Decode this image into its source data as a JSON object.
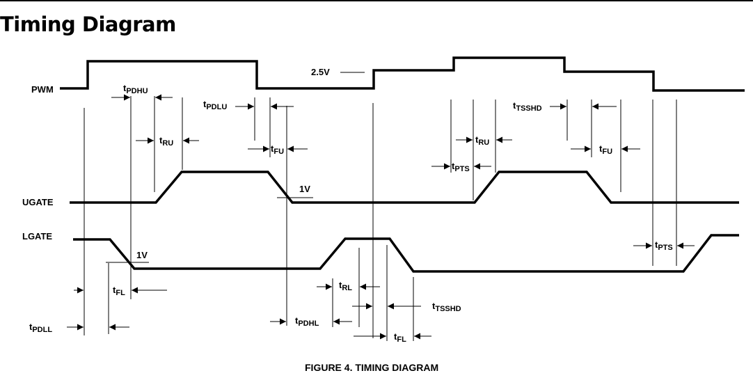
{
  "title": "Timing Diagram",
  "signals": {
    "pwm": "PWM",
    "ugate": "UGATE",
    "lgate": "LGATE"
  },
  "annotations": {
    "v25": "2.5V",
    "v1_ugate": "1V",
    "v1_lgate": "1V"
  },
  "timing_labels": {
    "pdhu": {
      "main": "t",
      "sub": "PDHU"
    },
    "pdlu": {
      "main": "t",
      "sub": "PDLU"
    },
    "ru_1": {
      "main": "t",
      "sub": "RU"
    },
    "fu_1": {
      "main": "t",
      "sub": "FU"
    },
    "tsshd_1": {
      "main": "t",
      "sub": "TSSHD"
    },
    "ru_2": {
      "main": "t",
      "sub": "RU"
    },
    "pts_1": {
      "main": "t",
      "sub": "PTS"
    },
    "fu_2": {
      "main": "t",
      "sub": "FU"
    },
    "pts_2": {
      "main": "t",
      "sub": "PTS"
    },
    "fl_1": {
      "main": "t",
      "sub": "FL"
    },
    "pdll": {
      "main": "t",
      "sub": "PDLL"
    },
    "rl": {
      "main": "t",
      "sub": "RL"
    },
    "tsshd_2": {
      "main": "t",
      "sub": "TSSHD"
    },
    "pdhl": {
      "main": "t",
      "sub": "PDHL"
    },
    "fl_2": {
      "main": "t",
      "sub": "FL"
    }
  },
  "caption": "FIGURE 4.  TIMING DIAGRAM"
}
